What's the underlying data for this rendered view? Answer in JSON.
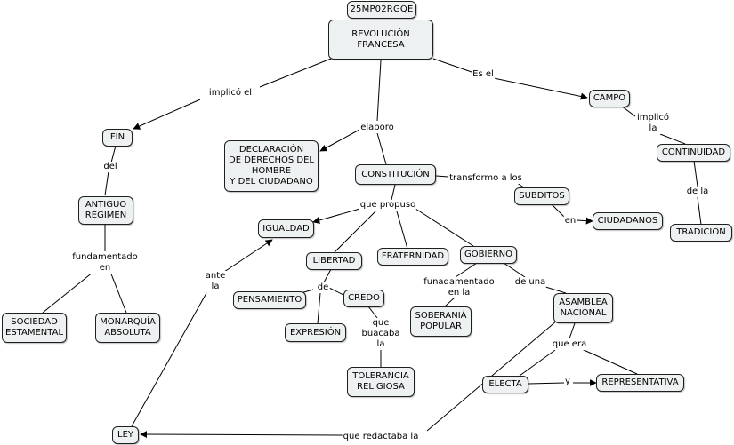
{
  "nodes": {
    "code": "25MP02RGQE",
    "revolucion": "REVOLUCIÓN\nFRANCESA",
    "fin": "FIN",
    "campo": "CAMPO",
    "declaracion": "DECLARACIÓN\nDE DERECHOS DEL\nHOMBRE\nY DEL CIUDADANO",
    "constitucion": "CONSTITUCIÓN",
    "subditos": "SUBDITOS",
    "ciudadanos": "CIUDADANOS",
    "continuidad": "CONTINUIDAD",
    "tradicion": "TRADICION",
    "antiguo": "ANTIGUO\nREGIMEN",
    "igualdad": "IGUALDAD",
    "libertad": "LIBERTAD",
    "fraternidad": "FRATERNIDAD",
    "gobierno": "GOBIERNO",
    "pensamiento": "PENSAMIENTO",
    "credo": "CREDO",
    "expresion": "EXPRESIÓN",
    "soberania": "SOBERANIÁ\nPOPULAR",
    "asamblea": "ASAMBLEA\nNACIONAL",
    "sociedad": "SOCIEDAD\nESTAMENTAL",
    "monarquia": "MONARQUÍA\nABSOLUTA",
    "tolerancia": "TOLERANCIA\nRELIGIOSA",
    "electa": "ELECTA",
    "representativa": "REPRESENTATIVA",
    "ley": "LEY"
  },
  "labels": {
    "implico_el": "implicó el",
    "es_el": "Es el",
    "elaboro": "elaboró",
    "implico_la": "implicó\nla",
    "del": "del",
    "transformo": "transformo a los",
    "de_la": "de la",
    "que_propuso": "que propuso",
    "en": "en",
    "fundamentado_en": "fundamentado\nen",
    "ante_la": "ante\nla",
    "de": "de",
    "funadamentado_en_la": "funadamentado\nen la",
    "de_una": "de una",
    "que_buacaba_la": "que\nbuacaba\nla",
    "que_era": "que era",
    "y": "y",
    "que_redactaba_la": "que redactaba la"
  },
  "colors": {
    "node_fill": "#eef1f1",
    "node_border": "#1f1f1f",
    "line": "#000000"
  }
}
